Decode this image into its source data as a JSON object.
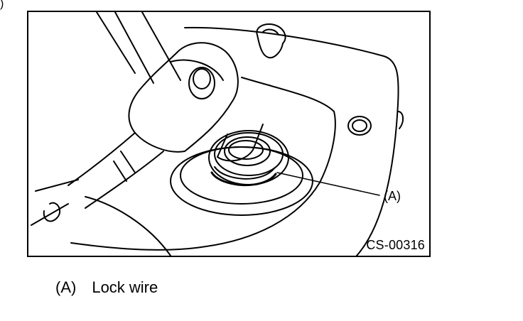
{
  "figure": {
    "code": "CS-00316",
    "callout": "(A)",
    "corner_mark": ")"
  },
  "legend": [
    {
      "key": "(A)",
      "text": "Lock wire"
    }
  ]
}
